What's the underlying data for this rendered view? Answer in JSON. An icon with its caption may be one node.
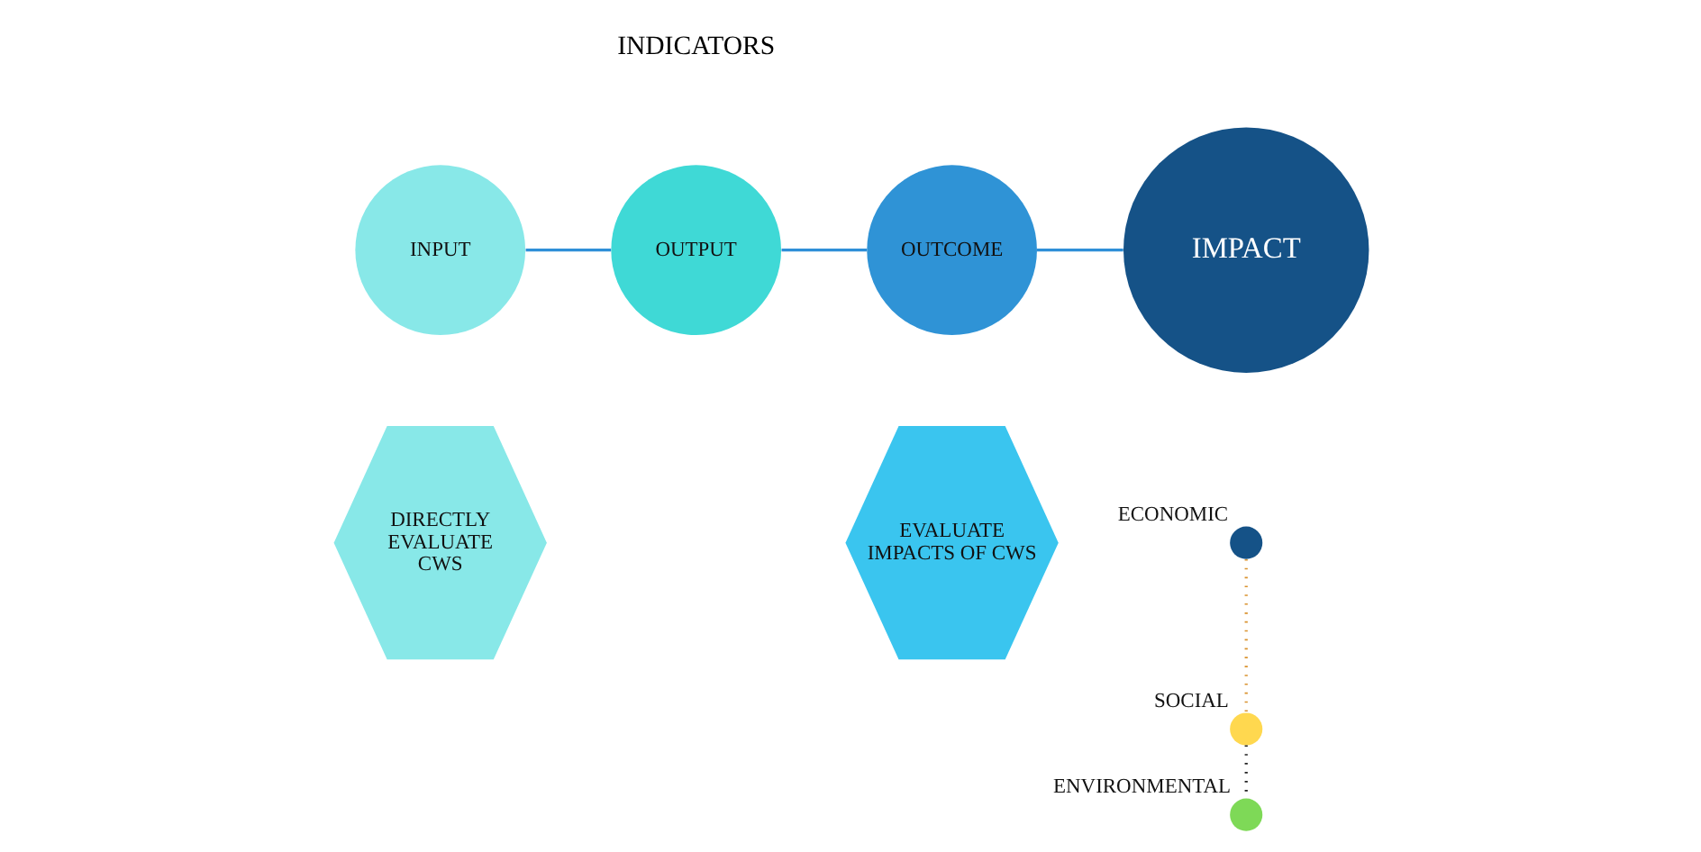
{
  "diagram": {
    "nodes": [
      {
        "text": [
          "INPUT"
        ]
      },
      {
        "text": [
          "OUTPUT"
        ]
      },
      {
        "text": [
          "OUTCOME"
        ]
      },
      {
        "text": [
          "IMPACT"
        ]
      },
      {
        "text": [
          "DIRECTLY EVALUATE CWS"
        ]
      },
      {
        "text": [
          "EVALUATE IMPACTS OF CWS"
        ]
      },
      {
        "text": [],
        "shape": "circle",
        "beside": [
          "ECONOMIC"
        ]
      },
      {
        "text": [],
        "shape": "circle",
        "beside": [
          "SOCIAL"
        ]
      },
      {
        "text": [],
        "shape": "circle",
        "beside": [
          "ENVIRONMENTAL"
        ]
      }
    ],
    "edges": [
      {
        "from": 0,
        "to": 1,
        "arrow": "none"
      },
      {
        "from": 1,
        "to": 2,
        "arrow": "none"
      },
      {
        "from": 2,
        "to": 3,
        "arrow": "none"
      },
      {
        "from": 6,
        "to": 7,
        "arrow": "none",
        "style": "dashed",
        "color": "#d9922e"
      },
      {
        "from": 7,
        "to": 8,
        "arrow": "none",
        "style": "dashed",
        "color": "#222222"
      }
    ],
    "labels": [
      "INDICATORS"
    ]
  }
}
